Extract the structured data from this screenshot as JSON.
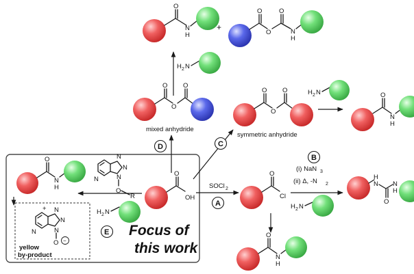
{
  "labels": {
    "mixed_anhydride": "mixed anhydride",
    "symmetric_anhydride": "symmetric anhydride",
    "yellow": "yellow",
    "by_product": "by-product",
    "focus_line1": "Focus of",
    "focus_line2": "this work"
  },
  "routes": {
    "A": "A",
    "B": "B",
    "C": "C",
    "D": "D",
    "E": "E"
  },
  "conditions": {
    "socl2": "SOCl",
    "socl2_sub": "2",
    "nan3": "(i) NaN",
    "nan3_sub": "3",
    "heat": "(ii) Δ, -N",
    "heat_sub": "2"
  },
  "atoms": {
    "O": "O",
    "H": "H",
    "N": "N",
    "OH": "OH",
    "Cl": "Cl",
    "R": "R",
    "plus": "+",
    "minus": "−"
  },
  "amine": {
    "H2N_main": "H",
    "H2N_sub": "2",
    "H2N_N": "N"
  },
  "colors": {
    "red": "#e84b4b",
    "green": "#5fd66a",
    "blue": "#4f5fe0",
    "box": "#555555"
  }
}
